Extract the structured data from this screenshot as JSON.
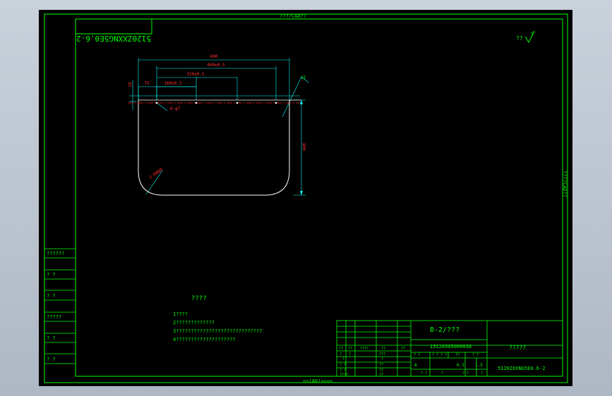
{
  "colors": {
    "frame": "#00ff00",
    "text": "#00ff00",
    "dim_cyan": "#00ffff",
    "dim_red": "#ff3030",
    "part": "#ffffff",
    "center": "#ff2020"
  },
  "sheet": {
    "top_title": "????CAD??",
    "bottom_title": "<<(A0)<<<<",
    "right_side_label": "????CAD??",
    "mirrored_code": "5120ZXXNG5E0.6-2",
    "roughness": {
      "prefix": "??",
      "value": "5"
    }
  },
  "drawing": {
    "dims": {
      "overall": "600",
      "span_a": "400±0.5",
      "span_b": "320±0.5",
      "span_c": "160±0.5",
      "offset": "75",
      "thickness": "10",
      "height": "440",
      "hole": "6-φ7",
      "corner": "2-R800",
      "angle": "12"
    }
  },
  "notes": {
    "title": "????",
    "lines": [
      "1????",
      "2?????????????",
      "3?????????????????????????????",
      "4????????????????????"
    ]
  },
  "left_column": {
    "labels": [
      "??????",
      "? ?",
      "? ?",
      "?????",
      "? ?",
      "? ?"
    ]
  },
  "title_block": {
    "part_name": "B-2/???",
    "code_number": "15120505060030",
    "material": "?????",
    "drawing_no": "5120ZXXNG5E0.6-2",
    "small": {
      "r1": [
        "??",
        "??",
        "????",
        "??",
        "??"
      ],
      "r2": [
        "?",
        "?",
        "???",
        "?",
        "?"
      ],
      "r3": [
        "? ?",
        "??"
      ],
      "r4": [
        "? ?",
        "??"
      ],
      "r5": [
        "????",
        "??"
      ],
      "m1": [
        "? ?",
        "? ? ? ?",
        "??",
        "? ?"
      ],
      "m2": [
        "A",
        "0.3",
        "1.5"
      ],
      "m3": [
        "? ?",
        "?",
        "? ?",
        "?"
      ]
    }
  }
}
